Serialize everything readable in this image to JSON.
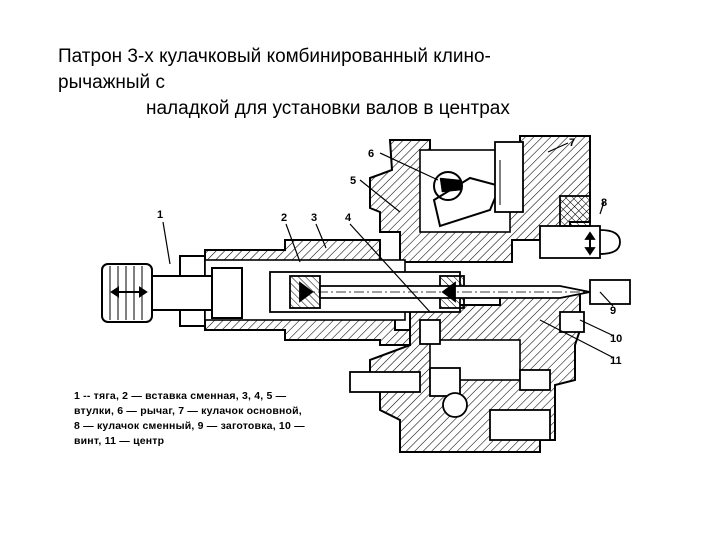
{
  "title": {
    "line1": "Патрон 3-х кулачковый комбинированный клино-",
    "line2": "рычажный с",
    "line3": "наладкой для установки валов в центрах"
  },
  "callouts": [
    "1",
    "2",
    "3",
    "4",
    "5",
    "6",
    "7",
    "8",
    "9",
    "10",
    "11"
  ],
  "legend": [
    "1 -- тяга, 2 — вставка сменная, 3, 4, 5 —",
    "втулки, 6 — рычаг, 7 — кулачок основной,",
    "8 — кулачок сменный, 9 — заготовка, 10 —",
    "винт, 11 — центр"
  ]
}
